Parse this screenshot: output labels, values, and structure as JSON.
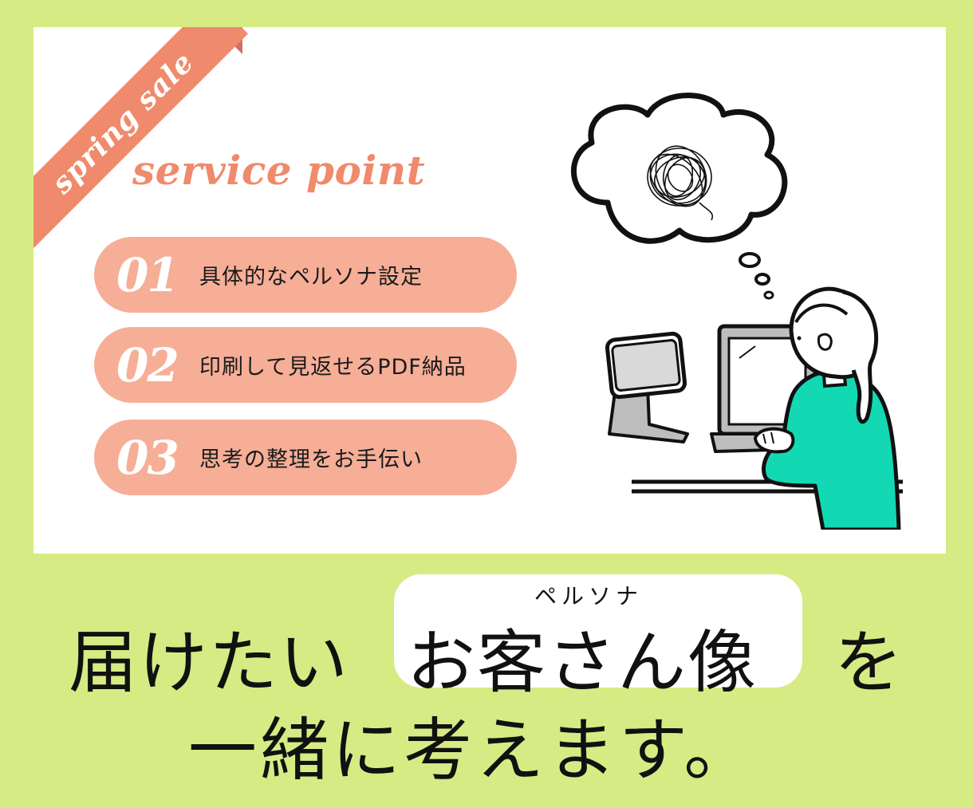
{
  "ribbon": {
    "label": "spring sale"
  },
  "section": {
    "title": "service point"
  },
  "points": [
    {
      "number": "01",
      "text": "具体的なペルソナ設定"
    },
    {
      "number": "02",
      "text": "印刷して見返せるPDF納品"
    },
    {
      "number": "03",
      "text": "思考の整理をお手伝い"
    }
  ],
  "headline": {
    "line1_left": "届けたい",
    "ruby": "ペルソナ",
    "highlight": "お客さん像",
    "line1_right": "を",
    "line2": "一緒に考えます。"
  },
  "illustration": {
    "icon": "woman-at-laptop-with-thought-bubble-icon"
  },
  "colors": {
    "background": "#d6eb84",
    "card": "#ffffff",
    "accent": "#f08a6c",
    "pill": "#f6ae97",
    "sweater": "#12d9b3"
  }
}
